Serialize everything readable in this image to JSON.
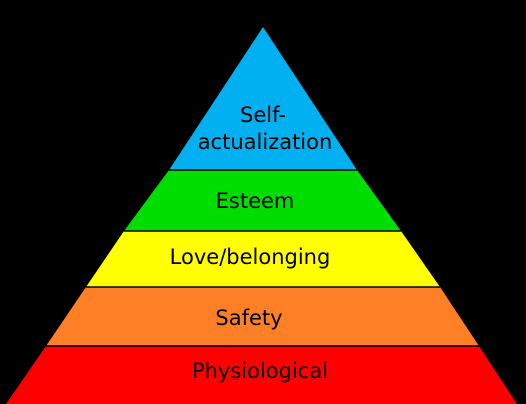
{
  "pyramid": {
    "tiers": [
      {
        "lines": [
          "Self-",
          "actualization"
        ],
        "color": "#00B0F0"
      },
      {
        "lines": [
          "Esteem"
        ],
        "color": "#00DD00"
      },
      {
        "lines": [
          "Love/belonging"
        ],
        "color": "#FFFF00"
      },
      {
        "lines": [
          "Safety"
        ],
        "color": "#FF7F27"
      },
      {
        "lines": [
          "Physiological"
        ],
        "color": "#FF0000"
      }
    ],
    "background": "#000000",
    "outline": "#000000"
  }
}
